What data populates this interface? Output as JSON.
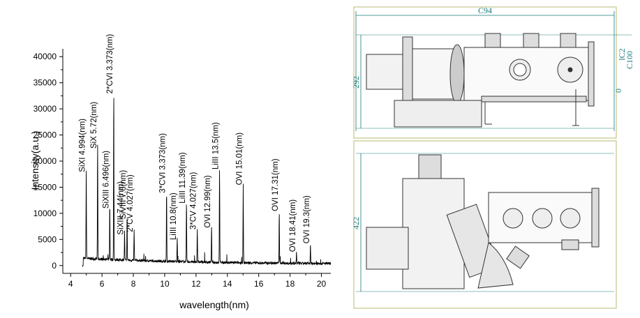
{
  "chart_data": {
    "type": "line",
    "title": "",
    "xlabel": "wavelength(nm)",
    "ylabel": "Intensity(a.u.)",
    "xlim": [
      3.5,
      20.6
    ],
    "ylim": [
      -1500,
      41500
    ],
    "x_ticks": [
      4,
      6,
      8,
      10,
      12,
      14,
      16,
      18,
      20
    ],
    "y_ticks": [
      0,
      5000,
      10000,
      15000,
      20000,
      25000,
      30000,
      35000,
      40000
    ],
    "grid": false,
    "legend": "none",
    "line_color": "#000000",
    "series": [
      {
        "peaks": [
          {
            "x": 4.994,
            "y": 17500,
            "label": "SiXI 4.994(nm)"
          },
          {
            "x": 5.72,
            "y": 22000,
            "label": "SiX 5.72(nm)"
          },
          {
            "x": 6.496,
            "y": 10500,
            "label": "SiXIII 6.496(nm)"
          },
          {
            "x": 6.75,
            "y": 32500,
            "label": "2*CVI 3.373(nm)"
          },
          {
            "x": 7.44,
            "y": 5500,
            "label": "SiXIII 7.44(nm)"
          },
          {
            "x": 7.6,
            "y": 8500,
            "label": "SiVIII 7.6(nm)"
          },
          {
            "x": 8.05,
            "y": 6000,
            "label": "2*CV 4.027(nm)"
          },
          {
            "x": 10.12,
            "y": 13500,
            "label": "3*CVI 3.373(nm)"
          },
          {
            "x": 10.8,
            "y": 4500,
            "label": "LiIII 10.8(nm)"
          },
          {
            "x": 11.39,
            "y": 11500,
            "label": "LiIII 11.39(nm)"
          },
          {
            "x": 12.08,
            "y": 6500,
            "label": "3*CV 4.027(nm)"
          },
          {
            "x": 12.99,
            "y": 6800,
            "label": "OVI 12.99(nm)"
          },
          {
            "x": 13.5,
            "y": 18000,
            "label": "LiIII 13.5(nm)"
          },
          {
            "x": 15.01,
            "y": 15000,
            "label": "OVI 15.01(nm)"
          },
          {
            "x": 17.31,
            "y": 10000,
            "label": "OVI 17.31(nm)"
          },
          {
            "x": 18.41,
            "y": 2200,
            "label": "OVI 18.41(nm)"
          },
          {
            "x": 19.3,
            "y": 3800,
            "label": "OVI 19.3(nm)"
          }
        ]
      }
    ]
  },
  "drawing": {
    "top_view": {
      "dim_width": "С94",
      "dim_height": "292",
      "dim_right_a": "0",
      "dim_right_b": "lC2",
      "dim_right_c": "С100"
    },
    "bottom_view": {
      "dim_height": "422"
    },
    "line_color": "#1a7a7a",
    "frame_color": "#b8b870"
  }
}
